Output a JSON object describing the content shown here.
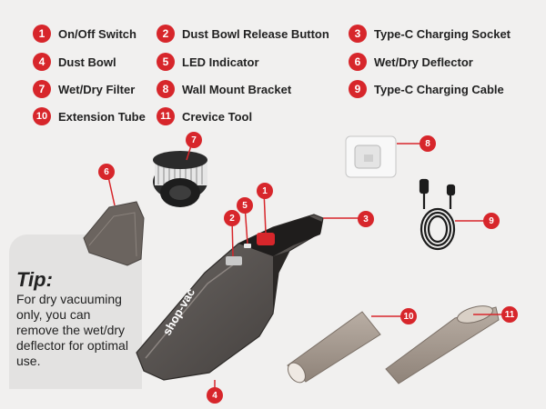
{
  "legend": [
    {
      "num": "1",
      "label": "On/Off Switch"
    },
    {
      "num": "2",
      "label": "Dust Bowl Release Button"
    },
    {
      "num": "3",
      "label": "Type-C Charging Socket"
    },
    {
      "num": "4",
      "label": "Dust Bowl"
    },
    {
      "num": "5",
      "label": "LED Indicator"
    },
    {
      "num": "6",
      "label": "Wet/Dry Deflector"
    },
    {
      "num": "7",
      "label": "Wet/Dry Filter"
    },
    {
      "num": "8",
      "label": "Wall Mount Bracket"
    },
    {
      "num": "9",
      "label": "Type-C Charging Cable"
    },
    {
      "num": "10",
      "label": "Extension Tube"
    },
    {
      "num": "11",
      "label": "Crevice Tool"
    }
  ],
  "tip": {
    "title": "Tip:",
    "text": "For dry vacuuming only, you can remove the wet/dry deflector for optimal use."
  },
  "brand_text": "shop-vac",
  "colors": {
    "accent": "#d7262b",
    "background": "#f1f0ef",
    "tip_box": "#e3e2e1"
  }
}
